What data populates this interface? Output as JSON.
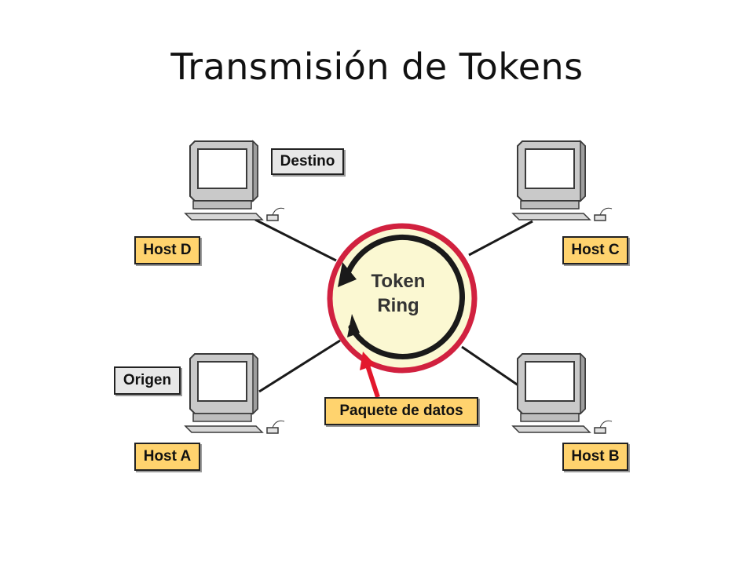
{
  "title": "Transmisión de Tokens",
  "ring": {
    "line1": "Token",
    "line2": "Ring"
  },
  "hosts": {
    "a": "Host A",
    "b": "Host B",
    "c": "Host C",
    "d": "Host D"
  },
  "tags": {
    "destination": "Destino",
    "origin": "Origen",
    "packet": "Paquete de datos"
  },
  "colors": {
    "ring_border": "#d1213f",
    "ring_fill": "#fbf8d2",
    "host_label": "#ffd36e",
    "tag_label": "#e7e7e7",
    "arrow": "#e3182d"
  },
  "icons": [
    "computer-icon",
    "ring-arrow-icon"
  ]
}
